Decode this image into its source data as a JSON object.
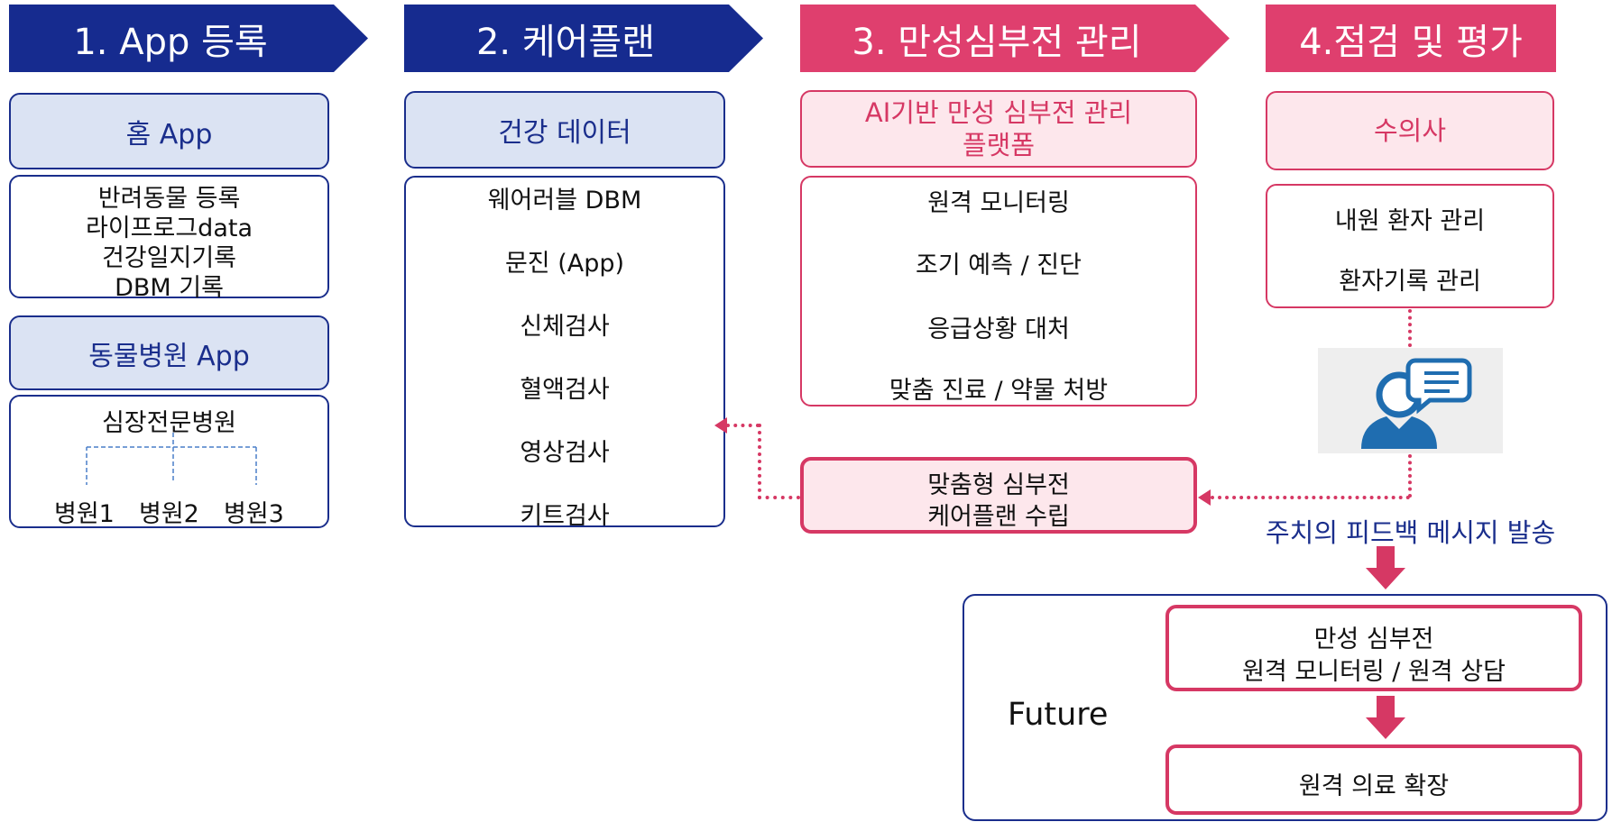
{
  "steps": [
    {
      "label": "1. App 등록"
    },
    {
      "label": "2. 케어플랜"
    },
    {
      "label": "3. 만성심부전 관리"
    },
    {
      "label": "4.점검 및 평가"
    }
  ],
  "col1": {
    "home_app": "홈 App",
    "home_items": [
      "반려동물 등록",
      "라이프로그data",
      "건강일지기록",
      "DBM 기록"
    ],
    "hospital_app": "동물병원 App",
    "hospital_root": "심장전문병원",
    "hospitals": [
      "병원1",
      "병원2",
      "병원3"
    ]
  },
  "col2": {
    "header": "건강 데이터",
    "items": [
      "웨어러블 DBM",
      "문진 (App)",
      "신체검사",
      "혈액검사",
      "영상검사",
      "키트검사"
    ]
  },
  "col3": {
    "header_line1": "AI기반 만성 심부전 관리",
    "header_line2": "플랫폼",
    "items": [
      "원격 모니터링",
      "조기 예측 / 진단",
      "응급상황 대처",
      "맞춤 진료 / 약물 처방"
    ],
    "care_plan_line1": "맞춤형 심부전",
    "care_plan_line2": "케어플랜 수립"
  },
  "col4": {
    "header": "수의사",
    "items": [
      "내원 환자 관리",
      "환자기록 관리"
    ],
    "feedback": "주치의 피드백 메시지 발송",
    "icon": "vet-chat-icon"
  },
  "future": {
    "label": "Future",
    "box1_line1": "만성 심부전",
    "box1_line2": "원격 모니터링 / 원격 상담",
    "box2": "원격 의료 확장"
  },
  "colors": {
    "navy": "#162b8f",
    "pink": "#df3f6e",
    "light_blue": "#dbe3f3",
    "light_pink": "#fde7ec"
  }
}
